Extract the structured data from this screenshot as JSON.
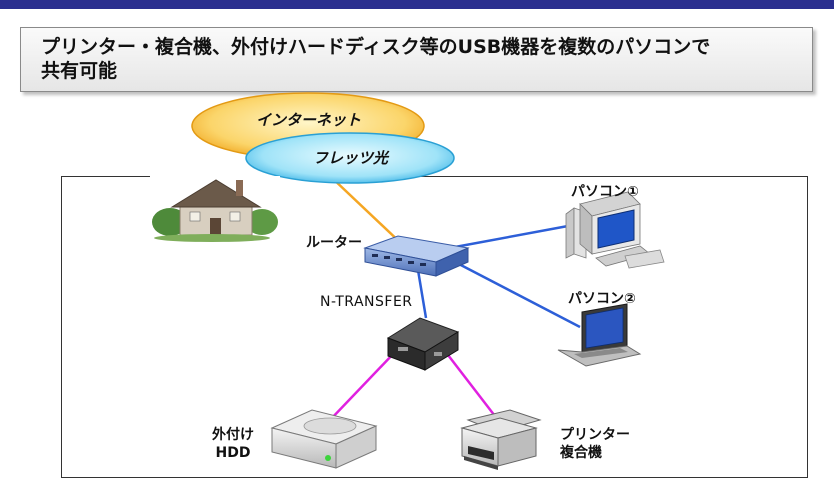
{
  "title": {
    "line1": "プリンター・複合機、外付けハードディスク等のUSB機器を複数のパソコンで",
    "line2": "共有可能"
  },
  "network": {
    "internet": "インターネット",
    "flets": "フレッツ光"
  },
  "devices": {
    "router": "ルーター",
    "ntransfer": "N-TRANSFER",
    "pc1": "パソコン①",
    "pc2": "パソコン②",
    "hdd_line1": "外付け",
    "hdd_line2": "HDD",
    "printer_line1": "プリンター",
    "printer_line2": "複合機"
  },
  "colors": {
    "bar": "#2b2f8f",
    "internet_cloud": "#f5b52e",
    "flets_cloud": "#5cc7f0",
    "orange_link": "#f5a623",
    "blue_link": "#2d5fd8",
    "usb_link": "#e020e0"
  }
}
